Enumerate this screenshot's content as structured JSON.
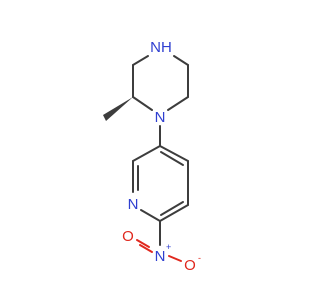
{
  "molecule": {
    "colors": {
      "bond": "#3d3d3d",
      "nitrogen": "#2f3fd0",
      "oxygen": "#e0281e",
      "background": "#ffffff"
    },
    "atoms": {
      "piperazine_nh": {
        "text": "NH"
      },
      "piperazine_n1": {
        "text": "N"
      },
      "pyridine_n": {
        "text": "N"
      },
      "nitro_n": {
        "text": "N"
      },
      "nitro_n_charge": {
        "text": "+"
      },
      "nitro_o_top": {
        "text": "O"
      },
      "nitro_o_right": {
        "text": "O"
      },
      "nitro_o_charge": {
        "text": "-"
      }
    }
  }
}
